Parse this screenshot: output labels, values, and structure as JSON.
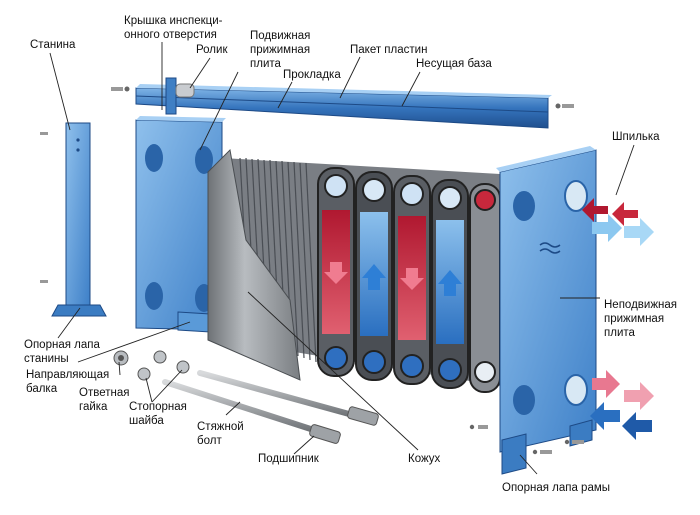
{
  "labels": {
    "frame_column": "Станина",
    "inspection_cover": [
      "Крышка инспекци-",
      "онного отверстия"
    ],
    "roller": "Ролик",
    "movable_plate": [
      "Подвижная",
      "прижимная",
      "плита"
    ],
    "gasket": "Прокладка",
    "plate_pack": "Пакет пластин",
    "carrying_bar": "Несущая база",
    "stud": "Шпилька",
    "fixed_plate": [
      "Неподвижная",
      "прижимная",
      "плита"
    ],
    "column_foot": [
      "Опорная лапа",
      "станины"
    ],
    "guide_bar": [
      "Направляющая",
      "балка"
    ],
    "counter_nut": [
      "Ответная",
      "гайка"
    ],
    "lock_washer": [
      "Стопорная",
      "шайба"
    ],
    "tie_bolt": [
      "Стяжной",
      "болт"
    ],
    "bearing": "Подшипник",
    "shroud": "Кожух",
    "frame_foot": "Опорная лапа рамы"
  },
  "colors": {
    "steel_blue": "#4a8fd0",
    "steel_blue_dark": "#2b64a8",
    "hot_red": "#c8283c",
    "cold_blue": "#2f7fd0",
    "arrow_light_blue": "#8cc8f0",
    "arrow_pink": "#e87890",
    "plate_grey": "#8a8e94"
  }
}
